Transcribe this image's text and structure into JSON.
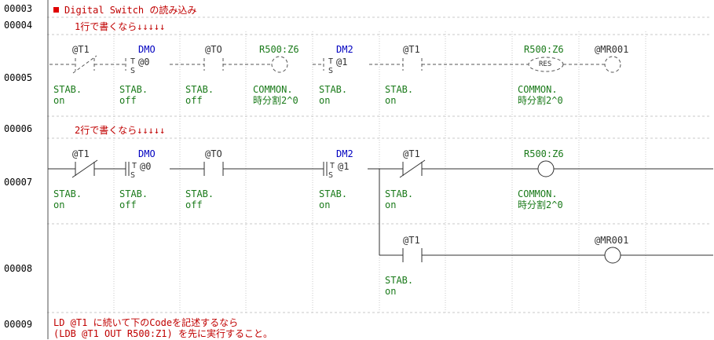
{
  "rows": {
    "r3": "00003",
    "r4": "00004",
    "r5": "00005",
    "r6": "00006",
    "r7": "00007",
    "r8": "00008",
    "r9": "00009"
  },
  "comments": {
    "title": "Digital Switch の読み込み",
    "one_line": "1行で書くなら↓↓↓↓↓",
    "two_line": "2行で書くなら↓↓↓↓↓",
    "note_1": "LD @T1 に続いて下のCodeを記述するなら",
    "note_2": "(LDB @T1 OUT R500:Z1) を先に実行すること。"
  },
  "rung5": {
    "c1_dev": "@T1",
    "c1_a": "STAB.",
    "c1_b": "on",
    "c2_dev": "DMO",
    "c2_sub": "@0",
    "c2_a": "STAB.",
    "c2_b": "off",
    "c3_dev": "@TO",
    "c3_a": "STAB.",
    "c3_b": "off",
    "c4_dev": "R500:Z6",
    "c4_a": "COMMON.",
    "c4_b": "時分割2^0",
    "c5_dev": "DM2",
    "c5_sub": "@1",
    "c5_a": "STAB.",
    "c5_b": "on",
    "c6_dev": "@T1",
    "c6_a": "STAB.",
    "c6_b": "on",
    "c7_dev": "R500:Z6",
    "c7_res": "RES",
    "c7_a": "COMMON.",
    "c7_b": "時分割2^0",
    "c8_dev": "@MR001"
  },
  "rung7": {
    "c1_dev": "@T1",
    "c1_a": "STAB.",
    "c1_b": "on",
    "c2_dev": "DMO",
    "c2_sub": "@0",
    "c2_a": "STAB.",
    "c2_b": "off",
    "c3_dev": "@TO",
    "c3_a": "STAB.",
    "c3_b": "off",
    "c5_dev": "DM2",
    "c5_sub": "@1",
    "c5_a": "STAB.",
    "c5_b": "on",
    "c6_dev": "@T1",
    "c6_a": "STAB.",
    "c6_b": "on",
    "coil_dev": "R500:Z6",
    "coil_a": "COMMON.",
    "coil_b": "時分割2^0"
  },
  "rung8": {
    "c_dev": "@T1",
    "c_a": "STAB.",
    "c_b": "on",
    "coil_dev": "@MR001"
  },
  "ts": {
    "t": "T",
    "s": "S"
  },
  "colors": {
    "comment": "#c00000",
    "label": "#1a7a1a",
    "device_blue": "#0000c0",
    "grid": "#c8c8c8"
  }
}
